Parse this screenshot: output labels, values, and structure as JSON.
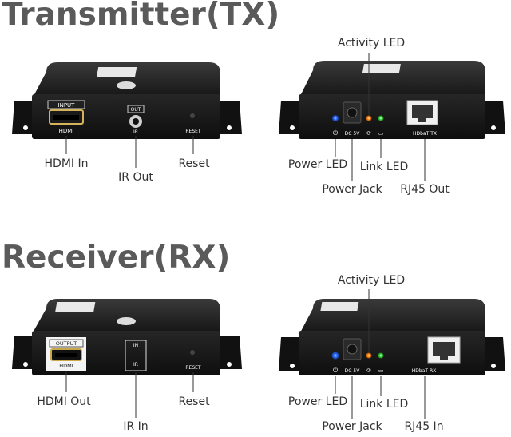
{
  "transmitter": {
    "title": "Transmitter(TX)",
    "front": {
      "port_labels": {
        "input_box": "INPUT",
        "hdmi": "HDMI",
        "out_box": "OUT",
        "ir": "IR",
        "reset": "RESET"
      },
      "callouts": {
        "hdmi": "HDMI In",
        "ir": "IR Out",
        "reset": "Reset"
      }
    },
    "back": {
      "port_labels": {
        "dc": "DC 5V",
        "rj45": "HDbaT TX"
      },
      "callouts": {
        "activity": "Activity LED",
        "power_led": "Power LED",
        "link": "Link LED",
        "power_jack": "Power Jack",
        "rj45": "RJ45 Out"
      }
    }
  },
  "receiver": {
    "title": "Receiver(RX)",
    "front": {
      "port_labels": {
        "input_box": "OUTPUT",
        "hdmi": "HDMI",
        "out_box": "IN",
        "ir": "IR",
        "reset": "RESET"
      },
      "callouts": {
        "hdmi": "HDMI Out",
        "ir": "IR In",
        "reset": "Reset"
      }
    },
    "back": {
      "port_labels": {
        "dc": "DC 5V",
        "rj45": "HDbaT RX"
      },
      "callouts": {
        "activity": "Activity LED",
        "power_led": "Power LED",
        "link": "Link LED",
        "power_jack": "Power Jack",
        "rj45": "RJ45 In"
      }
    }
  },
  "colors": {
    "title": "#5a5a5a",
    "body": "#1c1c1c",
    "power_led": "#2b6bff",
    "activity_led": "#ff8a1c",
    "link_led": "#3ed43e"
  }
}
